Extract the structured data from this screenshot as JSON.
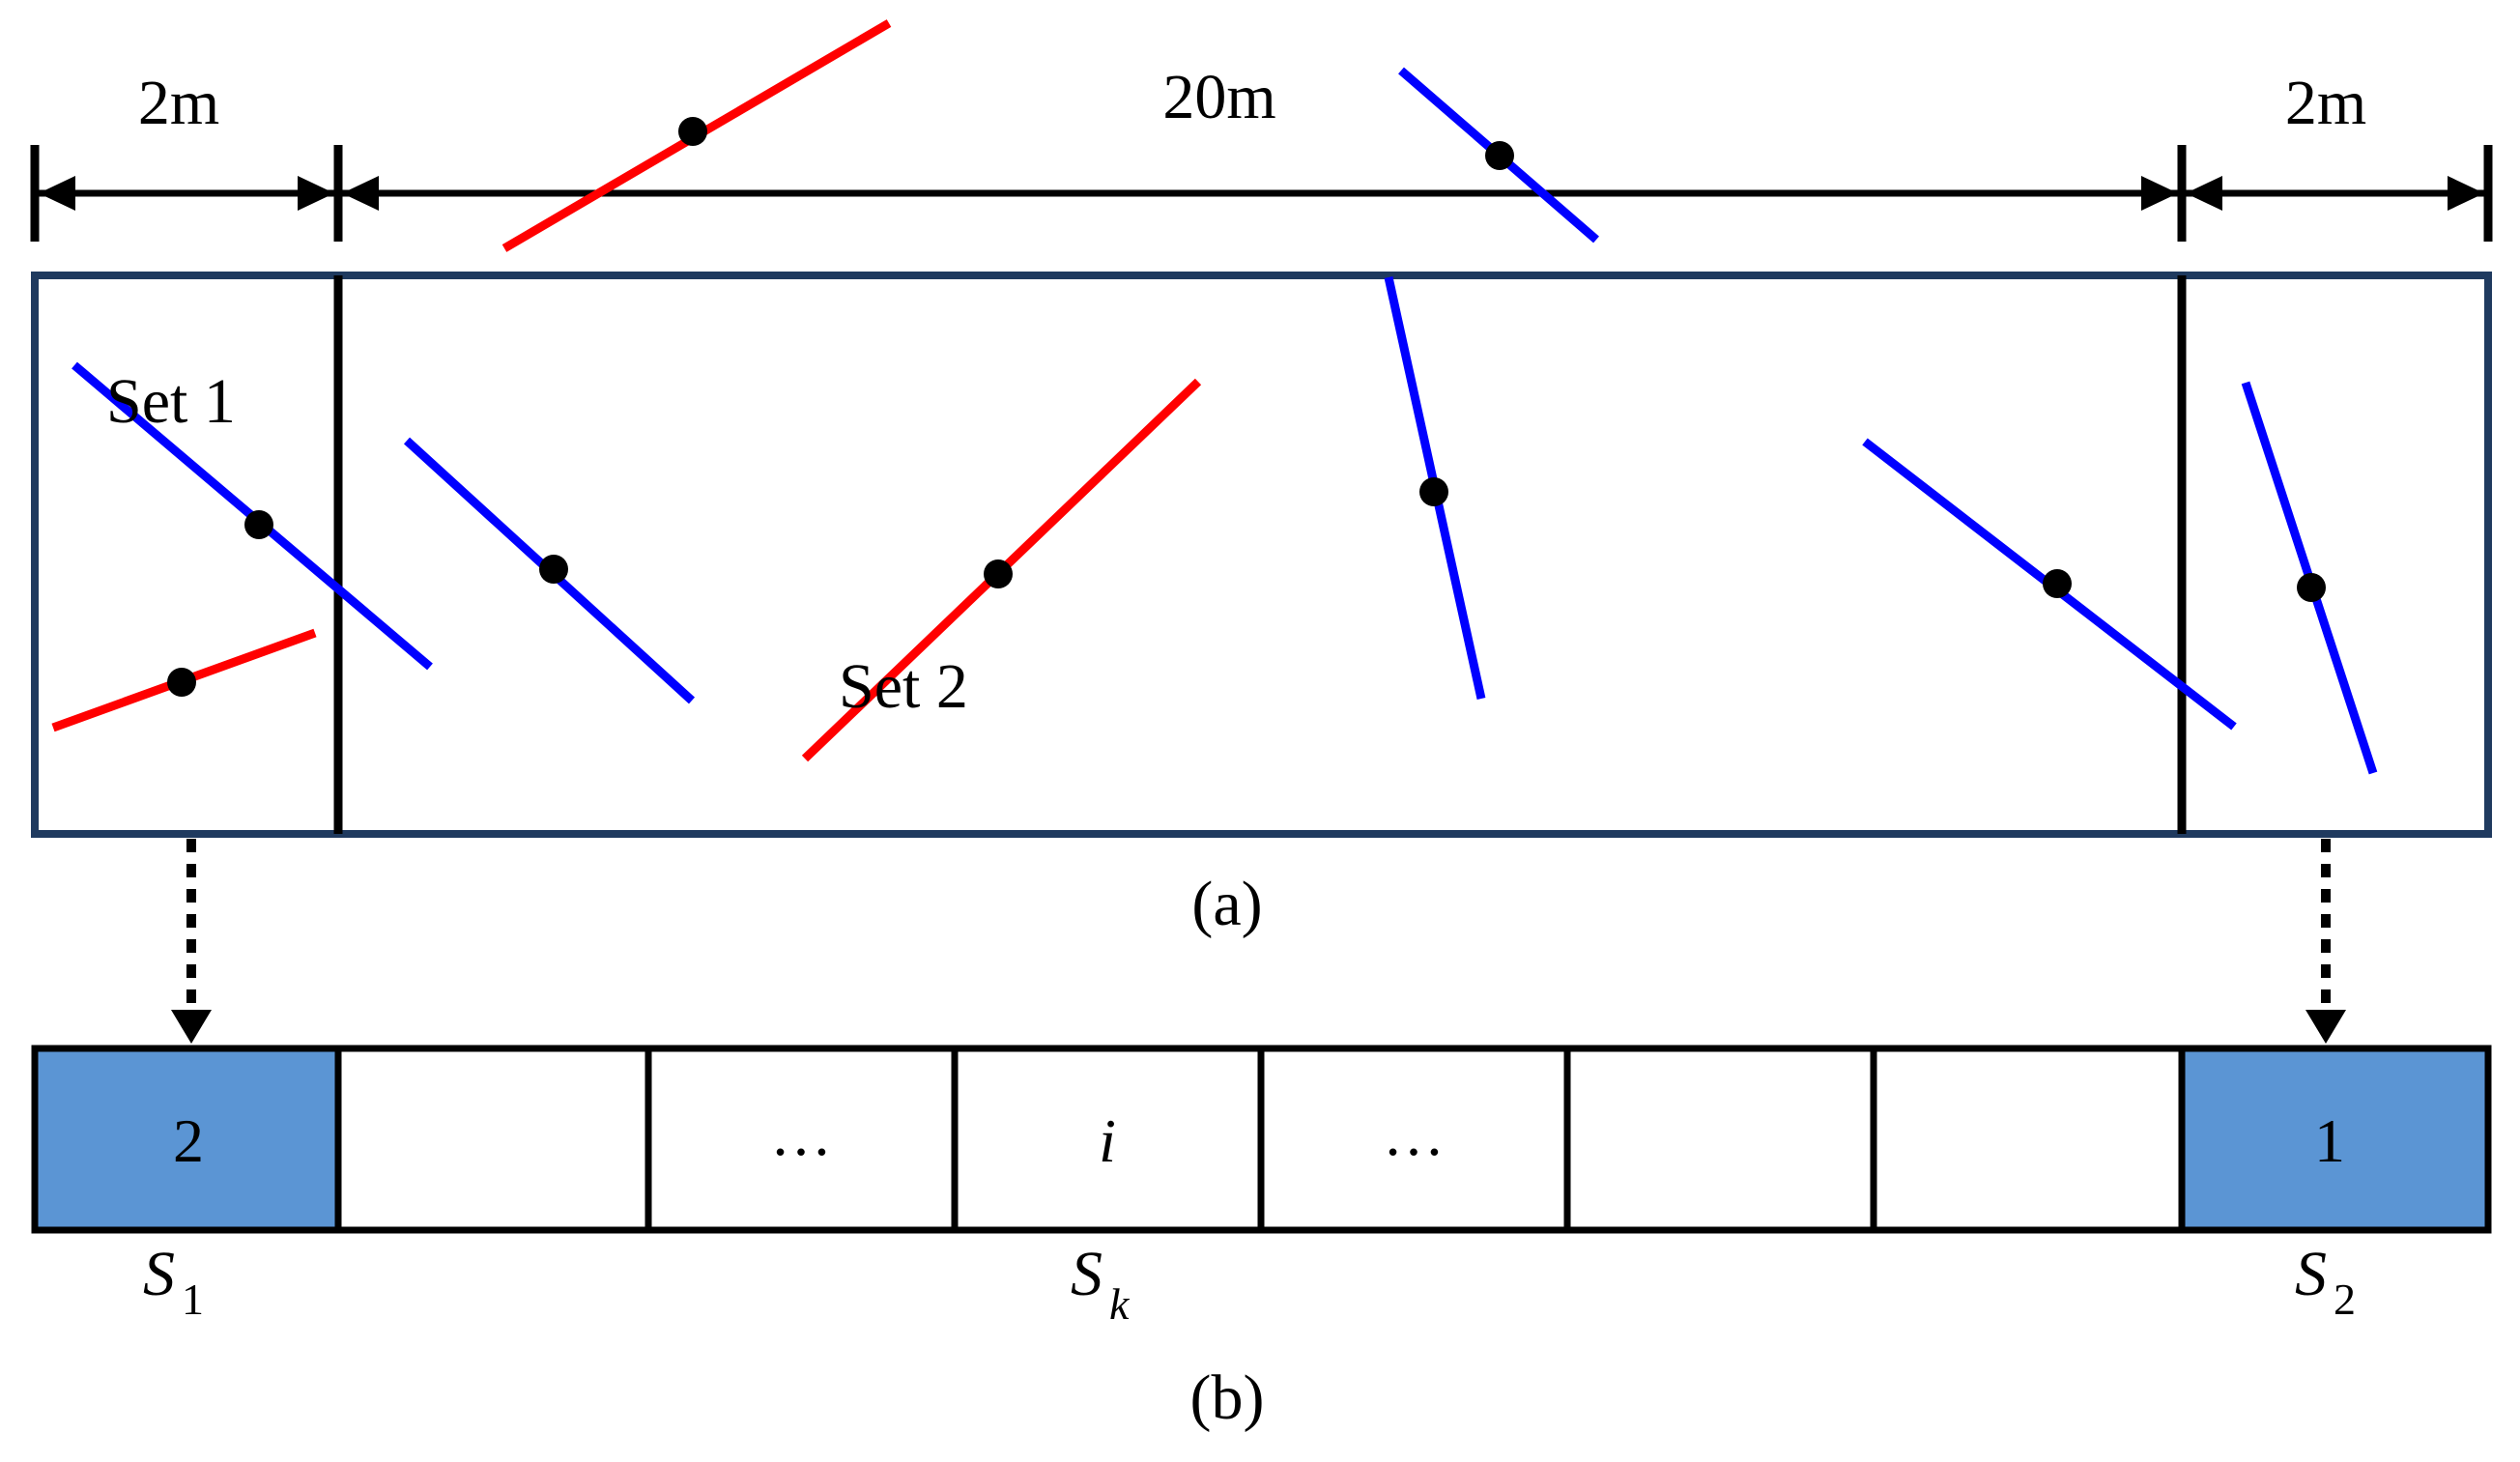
{
  "dimensions": {
    "left_width": "2m",
    "middle_width": "20m",
    "right_width": "2m"
  },
  "sets": {
    "set1_label": "Set 1",
    "set2_label": "Set 2",
    "set1_color": "#0000ff",
    "set2_color": "#ff0000"
  },
  "captions": {
    "a": "(a)",
    "b": "(b)"
  },
  "strip": {
    "cells": [
      "2",
      "",
      "…",
      "i",
      "…",
      "",
      "",
      "1"
    ],
    "highlight_color": "#5b95d4",
    "labels": {
      "s1_main": "S",
      "s1_sub": "1",
      "sk_main": "S",
      "sk_sub": "k",
      "s2_main": "S",
      "s2_sub": "2"
    }
  },
  "colors": {
    "frame": "#1f3a5f",
    "line": "#000000"
  }
}
